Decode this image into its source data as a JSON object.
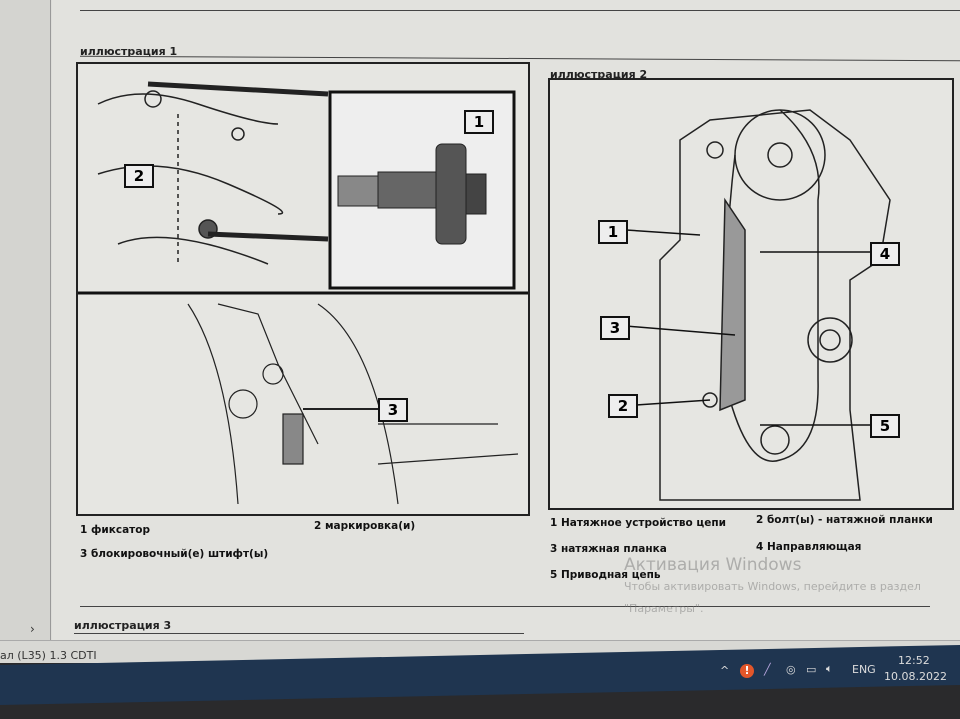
{
  "document": {
    "illustration1_title": "иллюстрация 1",
    "illustration2_title": "иллюстрация 2",
    "illustration3_title": "иллюстрация 3",
    "illustration1_captions": [
      "1 фиксатор",
      "2 маркировка(и)",
      "3 блокировочный(е) штифт(ы)"
    ],
    "illustration1_callouts": [
      "1",
      "2",
      "3"
    ],
    "illustration2_captions": [
      "1 Натяжное устройство цепи",
      "2 болт(ы) - натяжной планки",
      "3 натяжная планка",
      "4 Направляющая",
      "5 Приводная цепь"
    ],
    "illustration2_callouts": [
      "1",
      "2",
      "3",
      "4",
      "5"
    ]
  },
  "watermark": {
    "title": "Активация Windows",
    "line1": "Чтобы активировать Windows, перейдите в раздел",
    "line2": "\"Параметры\"."
  },
  "statusbar": {
    "text": "ал (L35) 1.3 CDTI"
  },
  "sidebar": {
    "expand": "›"
  },
  "taskbar": {
    "language": "ENG",
    "time": "12:52",
    "date": "10.08.2022",
    "icons": [
      "chevron-up-icon",
      "alert-icon",
      "pen-icon",
      "sync-icon",
      "battery-icon",
      "volume-icon"
    ]
  }
}
